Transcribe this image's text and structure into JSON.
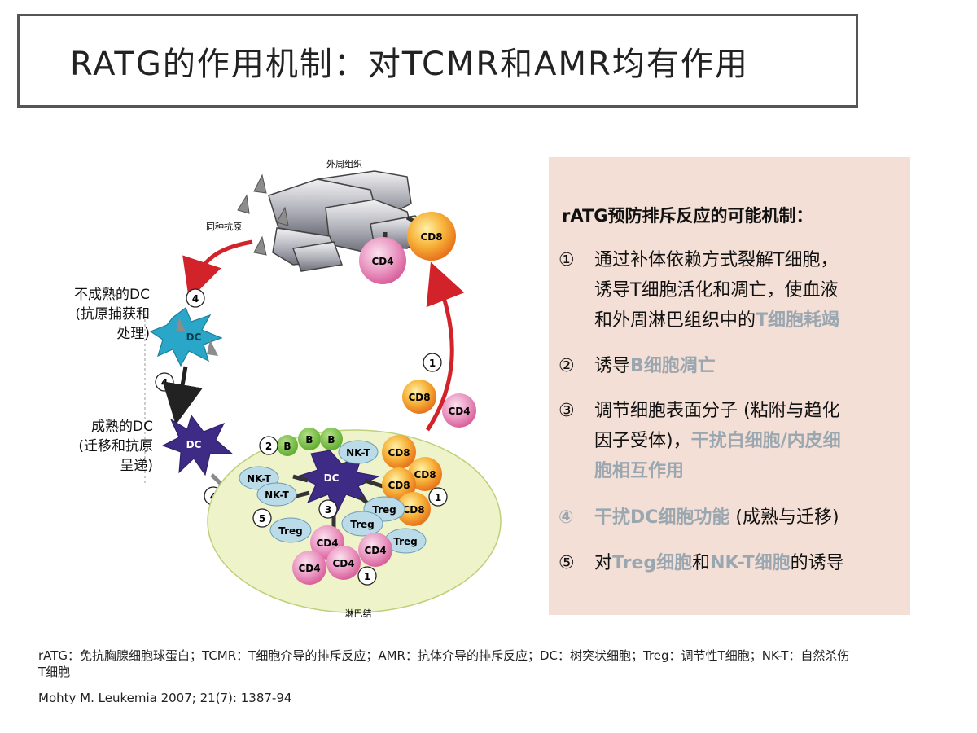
{
  "title": "RATG的作用机制：对TCMR和AMR均有作用",
  "diagram": {
    "tissue_label": "外周组织",
    "antigen_label": "同种抗原",
    "lymph_label": "淋巴结",
    "immature_dc": [
      "不成熟的DC",
      "(抗原捕获和",
      "处理)"
    ],
    "mature_dc": [
      "成熟的DC",
      "(迁移和抗原",
      "呈递)"
    ],
    "cells": {
      "dc": "DC",
      "cd4": "CD4",
      "cd8": "CD8",
      "b": "B",
      "nkt": "NK-T",
      "treg": "Treg"
    },
    "steps": {
      "s1": "1",
      "s2": "2",
      "s3": "3",
      "s4": "4",
      "s5": "5"
    }
  },
  "panel": {
    "heading": "rATG预防排斥反应的可能机制：",
    "items": [
      {
        "num": "①",
        "lines": [
          "通过补体依赖方式裂解T细胞，",
          "诱导T细胞活化和凋亡，使血液",
          "和外周淋巴组织中的"
        ],
        "hl": "T细胞耗竭"
      },
      {
        "num": "②",
        "text": "诱导",
        "hl": "B细胞凋亡"
      },
      {
        "num": "③",
        "lines": [
          "调节细胞表面分子 (粘附与趋化",
          "因子受体)，"
        ],
        "hl1": "干扰白细胞/内皮细",
        "hl2": "胞相互作用"
      },
      {
        "num": "④",
        "hl": "干扰DC细胞功能",
        "text": " (成熟与迁移)"
      },
      {
        "num": "⑤",
        "pre": "对",
        "hl1": "Treg细胞",
        "mid": "和",
        "hl2": "NK-T细胞",
        "post": "的诱导"
      }
    ]
  },
  "footnote": "rATG：免抗胸腺细胞球蛋白；TCMR：T细胞介导的排斥反应；AMR：抗体介导的排斥反应；DC：树突状细胞；Treg：调节性T细胞；NK-T：自然杀伤T细胞",
  "citation": "Mohty M. Leukemia 2007; 21(7): 1387-94",
  "colors": {
    "panel_bg": "#f3dfd5",
    "highlight": "#9aa7b0",
    "arrow_red": "#d2232a",
    "cd8_orange": "#f29a1e",
    "cd4_pink": "#e47fb1",
    "dc_purple": "#3d2b85",
    "dc_immature": "#2aa6c8",
    "b_green": "#7ac143",
    "nkt_treg_blue": "#bcdbe8",
    "lymph_node": "#eef3c9"
  }
}
